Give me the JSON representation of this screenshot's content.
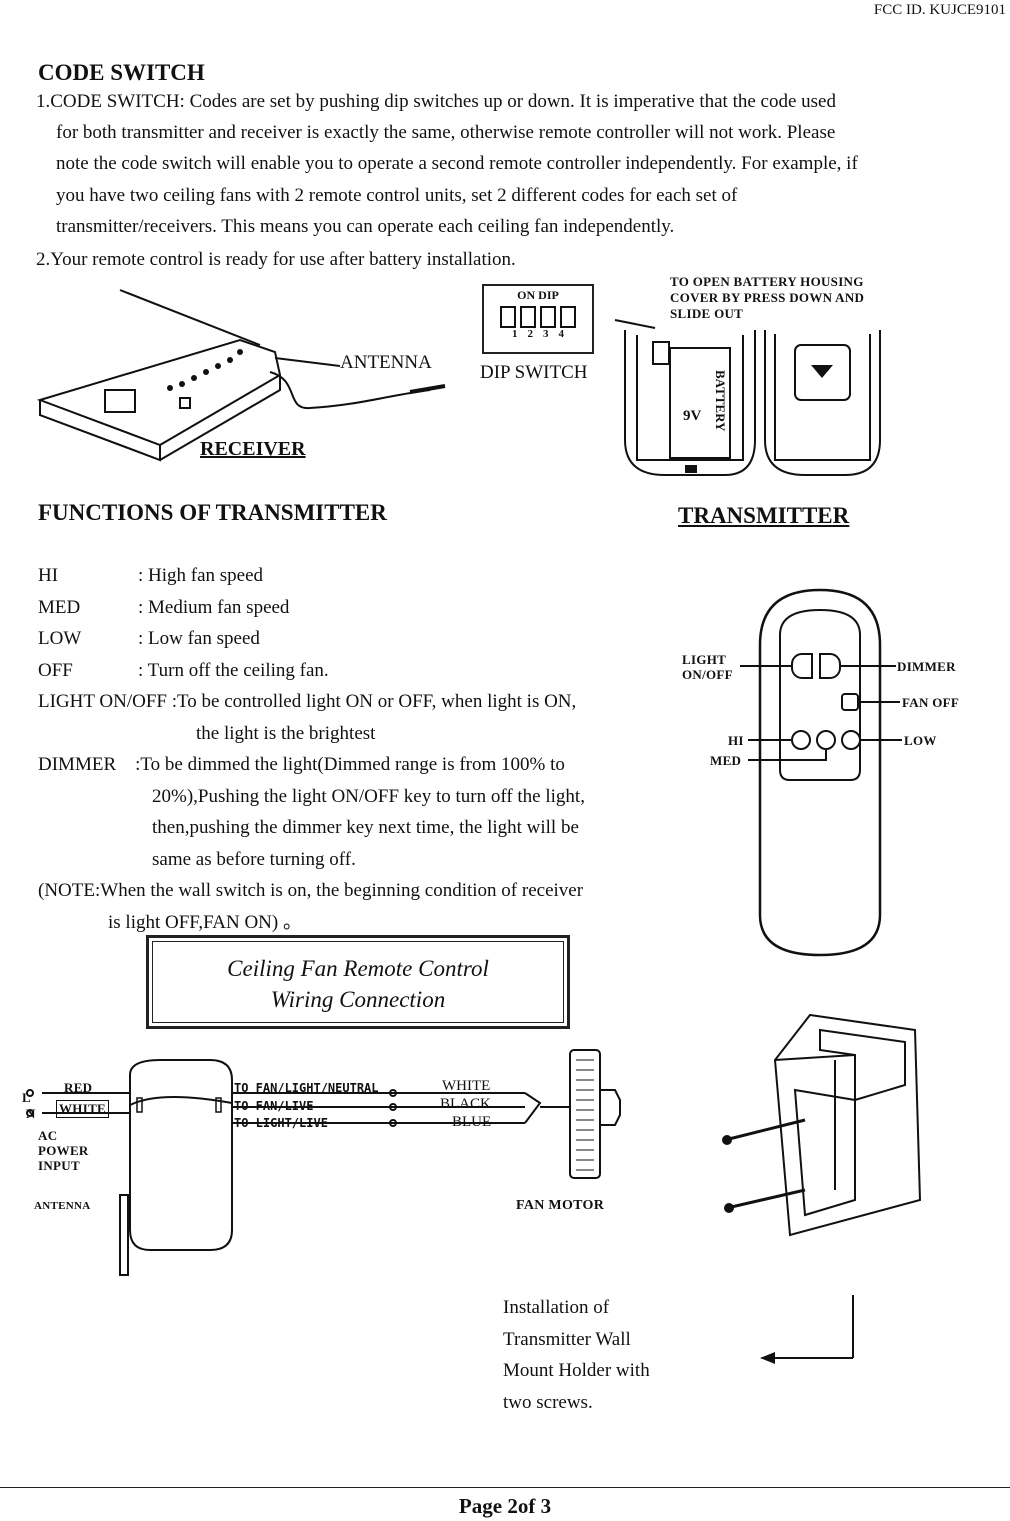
{
  "header": {
    "fcc_id": "FCC ID. KUJCE9101"
  },
  "code_switch": {
    "heading": "CODE SWITCH",
    "lines": [
      "1.CODE SWITCH: Codes are set by pushing dip switches up or down. It is imperative that the code used",
      "for both transmitter and receiver is exactly the same, otherwise remote controller will not work. Please",
      "note the code switch will enable you to operate a second remote controller independently. For example, if",
      "you have two ceiling fans with 2 remote control units, set 2 different codes for each set of",
      "transmitter/receivers. This means you can operate each ceiling fan independently.",
      "2.Your remote control is ready for use after battery installation."
    ]
  },
  "receiver_figure": {
    "antenna_label": "ANTENNA",
    "receiver_label": "RECEIVER",
    "on_dip_label": "ON DIP",
    "dip_numbers": [
      "1",
      "2",
      "3",
      "4"
    ],
    "dip_switch_label": "DIP SWITCH"
  },
  "battery_figure": {
    "instruction_lines": [
      "TO OPEN BATTERY HOUSING",
      "COVER BY PRESS DOWN AND",
      "SLIDE OUT"
    ],
    "battery_label": "BATTERY",
    "voltage_label": "9V"
  },
  "functions": {
    "heading": "FUNCTIONS OF TRANSMITTER",
    "rows": [
      {
        "key": "HI",
        "desc": ": High fan speed"
      },
      {
        "key": "MED",
        "desc": ": Medium fan speed"
      },
      {
        "key": "LOW",
        "desc": ": Low fan speed"
      },
      {
        "key": "OFF",
        "desc": ": Turn off the ceiling fan."
      }
    ],
    "light_line1": "LIGHT ON/OFF :To be controlled light ON or OFF, when light is ON,",
    "light_line2": "the light is the brightest",
    "dimmer_line1": "DIMMER    :To be dimmed the light(Dimmed range is from 100% to",
    "dimmer_line2": "20%),Pushing the light ON/OFF key to turn off the light,",
    "dimmer_line3": "then,pushing the dimmer key next time, the light will be",
    "dimmer_line4": "same as before turning off.",
    "note_line1": "(NOTE:When the wall switch is on, the beginning condition of receiver",
    "note_line2": "is light OFF,FAN ON) 。"
  },
  "transmitter_figure": {
    "heading": "TRANSMITTER",
    "light_label_1": "LIGHT",
    "light_label_2": "ON/OFF",
    "dimmer_label": "DIMMER",
    "fan_off_label": "FAN OFF",
    "hi_label": "HI",
    "med_label": "MED",
    "low_label": "LOW"
  },
  "wiring": {
    "title_line1": "Ceiling Fan Remote Control",
    "title_line2": "Wiring Connection",
    "l_label": "L",
    "n_label": "N",
    "red_label": "RED",
    "white_left_label": "WHITE",
    "ac_power_lines": [
      "AC",
      "POWER",
      "INPUT"
    ],
    "antenna_label": "ANTENNA",
    "out_labels": [
      "TO FAN/LIGHT/NEUTRAL",
      "TO FAN/LIVE",
      "TO LIGHT/LIVE"
    ],
    "wire_colors": [
      "WHITE",
      "BLACK",
      "BLUE"
    ],
    "fan_motor_label": "FAN MOTOR"
  },
  "install": {
    "lines": [
      "Installation of",
      "Transmitter Wall",
      "Mount Holder with",
      "two screws."
    ]
  },
  "footer": {
    "page": "Page 2of 3"
  }
}
